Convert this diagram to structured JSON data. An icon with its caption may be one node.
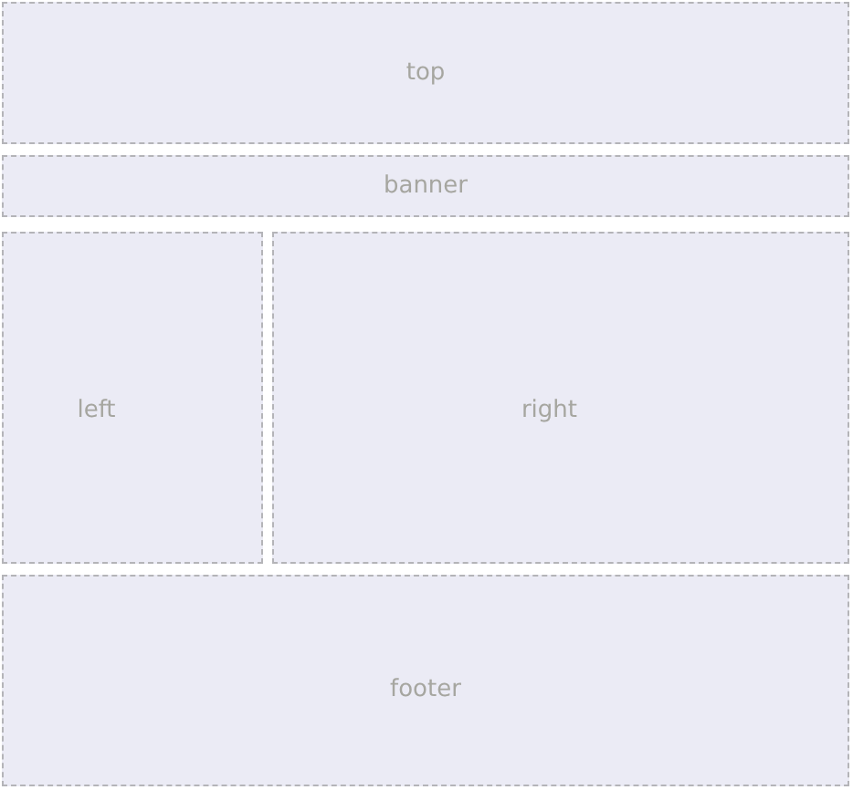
{
  "diagram": {
    "nodes": [
      {
        "text": [
          "top"
        ]
      },
      {
        "text": [
          "banner"
        ]
      },
      {
        "text": [
          "left"
        ]
      },
      {
        "text": [
          "right"
        ]
      },
      {
        "text": [
          "footer"
        ]
      }
    ]
  }
}
